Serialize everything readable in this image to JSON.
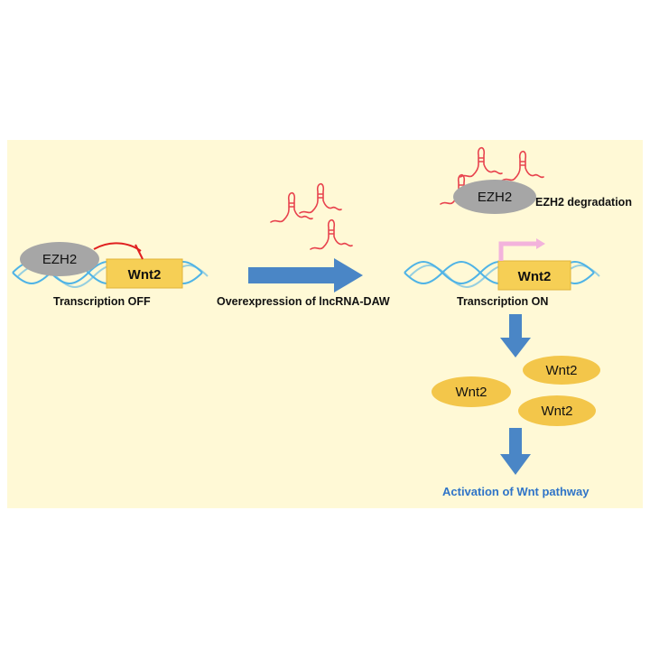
{
  "colors": {
    "background": "#fff9d6",
    "dna": "#4fb3e6",
    "gene_box": "#f6cf55",
    "protein_oval": "#f3c64a",
    "ezh2_oval": "#a6a6a6",
    "arrow": "#4a86c6",
    "rna": "#e8434e",
    "inhibition": "#e02020",
    "transcription_arrow": "#f3b3dc",
    "pathway_text": "#2f74c8"
  },
  "left": {
    "ezh2_label": "EZH2",
    "gene_label": "Wnt2",
    "caption": "Transcription OFF"
  },
  "middle": {
    "caption": "Overexpression of lncRNA-DAW"
  },
  "right": {
    "ezh2_label": "EZH2",
    "degradation_caption": "EZH2 degradation",
    "gene_label": "Wnt2",
    "caption": "Transcription ON",
    "proteins": [
      "Wnt2",
      "Wnt2",
      "Wnt2"
    ],
    "outcome": "Activation of Wnt pathway"
  }
}
